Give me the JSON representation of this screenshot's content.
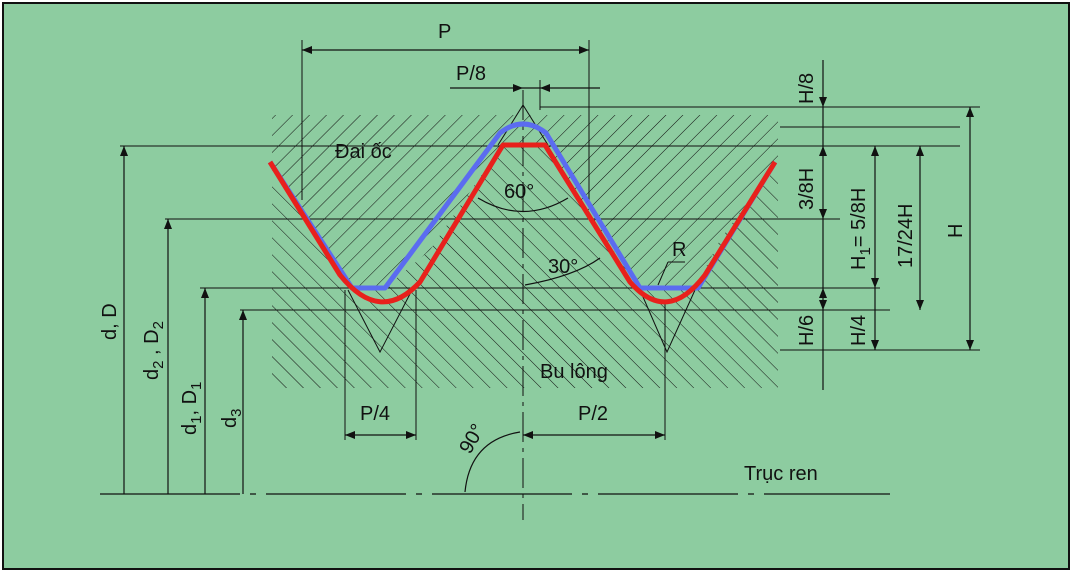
{
  "colors": {
    "background": "#8dcca0",
    "frame": "#ffffff",
    "lines": "#111111",
    "nut_profile": "#5b6cf0",
    "bolt_profile": "#e8211c"
  },
  "regions": {
    "nut": "Đai ốc",
    "bolt": "Bu lông",
    "axis": "Trục ren"
  },
  "dimensions": {
    "pitch": "P",
    "pitch_eighth": "P/8",
    "pitch_quarter": "P/4",
    "pitch_half": "P/2",
    "angle_60": "60°",
    "angle_30": "30°",
    "angle_90": "90°",
    "radius": "R",
    "h_eighth": "H/8",
    "h_3_8": "3/8H",
    "h1_main": "H",
    "h1_sub": "1",
    "h1_rest": "= 5/8H",
    "h_17_24": "17/24H",
    "h_total": "H",
    "h_sixth": "H/6",
    "h_quarter": "H/4"
  },
  "diameters": {
    "d_D": "d, D",
    "d2_main_a": "d",
    "d2_sub_a": "2",
    "d2_sep": " , D",
    "d2_sub_b": "2",
    "d1_main_a": "d",
    "d1_sub_a": "1",
    "d1_sep": ", D",
    "d1_sub_b": "1",
    "d3_main": "d",
    "d3_sub": "3"
  }
}
